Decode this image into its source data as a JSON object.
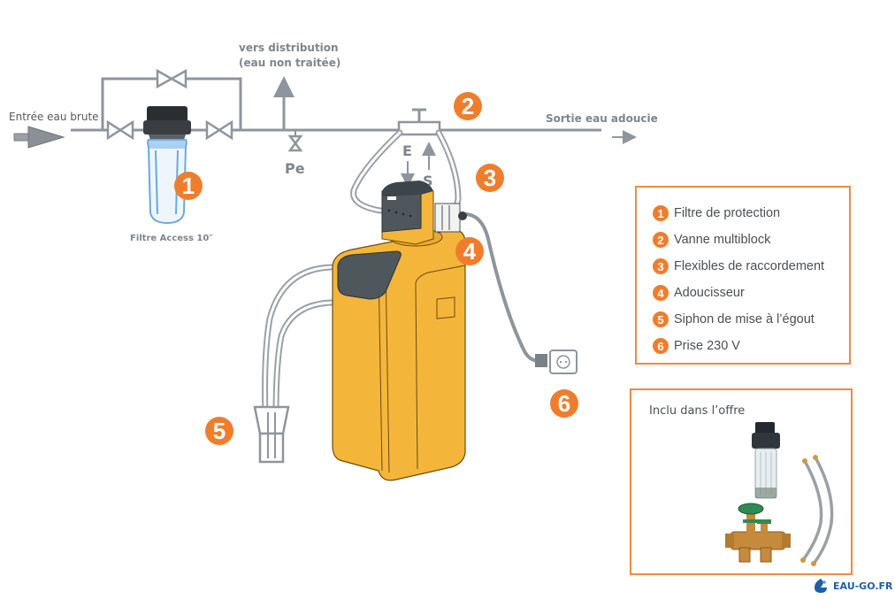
{
  "labels": {
    "inlet": "Entrée eau brute",
    "distribution_line1": "vers distribution",
    "distribution_line2": "(eau non traitée)",
    "outlet": "Sortie eau adoucie",
    "sampling_valve": "Pe",
    "filter_caption": "Filtre Access 10″",
    "entry_marker": "E",
    "exit_marker": "S"
  },
  "badges": [
    "1",
    "2",
    "3",
    "4",
    "5",
    "6"
  ],
  "legend": {
    "items": [
      {
        "num": "1",
        "label": "Filtre de protection"
      },
      {
        "num": "2",
        "label": "Vanne multiblock"
      },
      {
        "num": "3",
        "label": "Flexibles de raccordement"
      },
      {
        "num": "4",
        "label": "Adoucisseur"
      },
      {
        "num": "5",
        "label": "Siphon de mise à l’égout"
      },
      {
        "num": "6",
        "label": "Prise 230 V"
      }
    ]
  },
  "offer": {
    "title": "Inclu dans l’offre",
    "items": [
      "filter-cartridge",
      "multiblock-valve",
      "flexible-hoses"
    ]
  },
  "brand": {
    "name": "EAU-GO.FR"
  },
  "colors": {
    "accent_orange": "#ef7d2c",
    "softener_yellow": "#f4b63a",
    "pipe_grey": "#8f959c",
    "dark_panel": "#4e575c",
    "brand_blue": "#1f5ea8"
  }
}
